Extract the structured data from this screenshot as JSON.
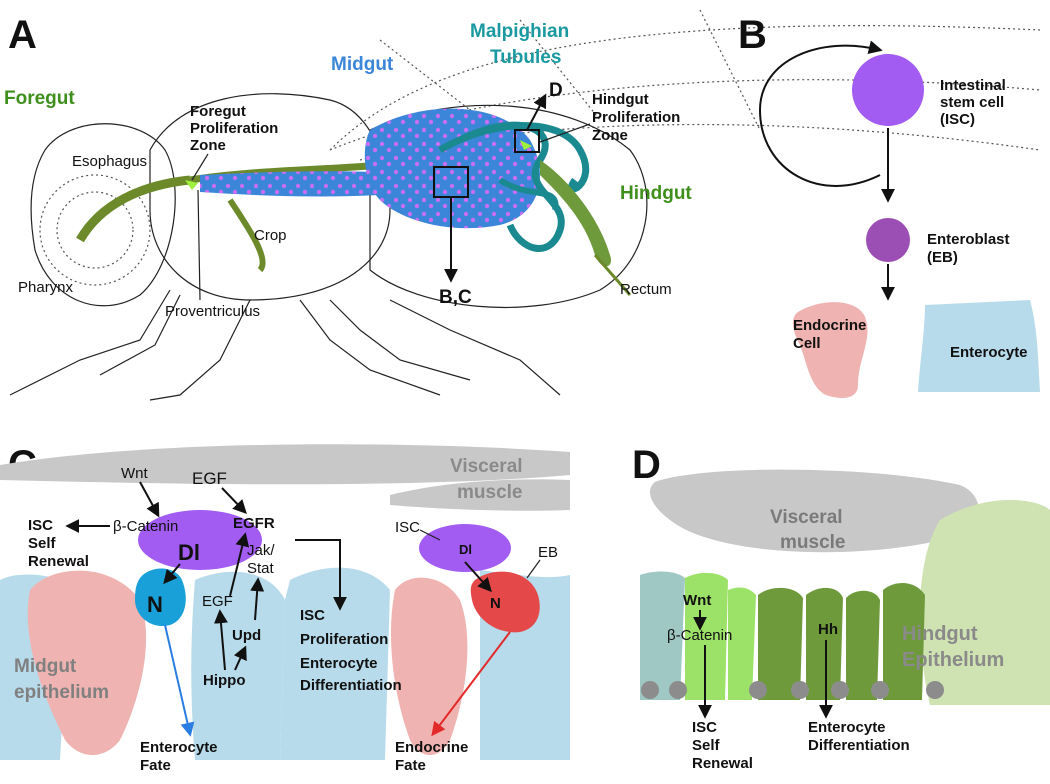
{
  "panelA": {
    "letter": "A",
    "regions": {
      "foregut": "Foregut",
      "midgut": "Midgut",
      "malpighian_1": "Malpighian",
      "malpighian_2": "Tubules",
      "hindgut": "Hindgut"
    },
    "labels": {
      "foregut_zone_1": "Foregut",
      "foregut_zone_2": "Proliferation",
      "foregut_zone_3": "Zone",
      "esophagus": "Esophagus",
      "pharynx": "Pharynx",
      "proventriculus": "Proventriculus",
      "crop": "Crop",
      "hindgut_zone_1": "Hindgut",
      "hindgut_zone_2": "Proliferation",
      "hindgut_zone_3": "Zone",
      "rectum": "Rectum",
      "ref_bc": "B,C",
      "ref_d": "D"
    },
    "colors": {
      "foregut": "#3f8f1c",
      "midgut": "#3b86d8",
      "malpighian": "#1a9aa0",
      "hindgut": "#3f8f1c"
    }
  },
  "panelB": {
    "letter": "B",
    "isc_1": "Intestinal",
    "isc_2": "stem cell",
    "isc_3": "(ISC)",
    "eb_1": "Enteroblast",
    "eb_2": "(EB)",
    "endocrine_1": "Endocrine",
    "endocrine_2": "Cell",
    "enterocyte": "Enterocyte"
  },
  "panelC": {
    "letter": "C",
    "visceral_1": "Visceral",
    "visceral_2": "muscle",
    "wnt": "Wnt",
    "egf_top": "EGF",
    "egfr": "EGFR",
    "catenin": "β-Catenin",
    "isc_self_1": "ISC",
    "isc_self_2": "Self",
    "isc_self_3": "Renewal",
    "dl": "Dl",
    "n": "N",
    "jak_1": "Jak/",
    "jak_2": "Stat",
    "egf_low": "EGF",
    "upd": "Upd",
    "hippo": "Hippo",
    "isc_prolif_1": "ISC",
    "isc_prolif_2": "Proliferation",
    "ent_diff_1": "Enterocyte",
    "ent_diff_2": "Differentiation",
    "midgut_epi_1": "Midgut",
    "midgut_epi_2": "epithelium",
    "ent_fate_1": "Enterocyte",
    "ent_fate_2": "Fate",
    "isc_small": "ISC",
    "dl_small": "Dl",
    "eb_small": "EB",
    "n_small": "N",
    "endo_fate_1": "Endocrine",
    "endo_fate_2": "Fate"
  },
  "panelD": {
    "letter": "D",
    "visceral_1": "Visceral",
    "visceral_2": "muscle",
    "wnt": "Wnt",
    "catenin": "β-Catenin",
    "hh": "Hh",
    "hindgut_epi_1": "Hindgut",
    "hindgut_epi_2": "Epithelium",
    "isc_self_1": "ISC",
    "isc_self_2": "Self",
    "isc_self_3": "Renewal",
    "ent_diff_1": "Enterocyte",
    "ent_diff_2": "Differentiation"
  },
  "colors": {
    "isc": "#a25cf2",
    "eb": "#9b4fb4",
    "endocrine": "#efb4b2",
    "enterocyte": "#b7dbea",
    "muscle": "#c8c8c8",
    "notch": "#1aa0d8",
    "eb_red": "#e44848",
    "hg_light": "#9de268",
    "hg_dark": "#6f9a3c",
    "hg_pale": "#cfe2b2"
  }
}
